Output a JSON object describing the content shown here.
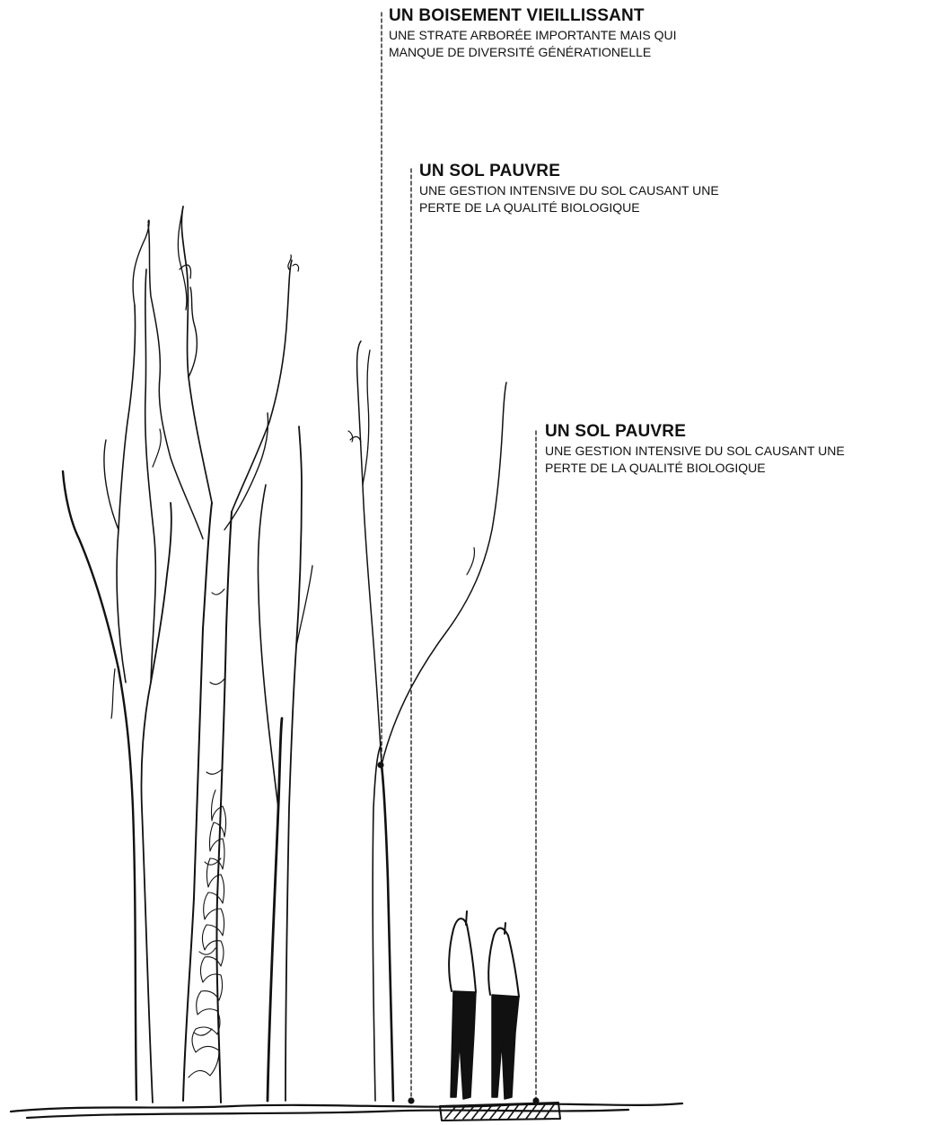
{
  "annotations": [
    {
      "title": "UN BOISEMENT VIEILLISSANT",
      "description": "UNE STRATE ARBORÉE IMPORTANTE MAIS QUI\nMANQUE DE DIVERSITÉ GÉNÉRATIONELLE"
    },
    {
      "title": "UN SOL PAUVRE",
      "description": "UNE GESTION INTENSIVE DU SOL CAUSANT UNE\nPERTE DE LA QUALITÉ BIOLOGIQUE"
    },
    {
      "title": "UN SOL PAUVRE",
      "description": "UNE GESTION INTENSIVE DU SOL CAUSANT UNE\nPERTE DE LA QUALITÉ BIOLOGIQUE"
    }
  ],
  "colors": {
    "ink": "#111111",
    "background": "#ffffff"
  },
  "icons": [
    "tree-sketch",
    "person-silhouette",
    "leader-line-dot"
  ]
}
